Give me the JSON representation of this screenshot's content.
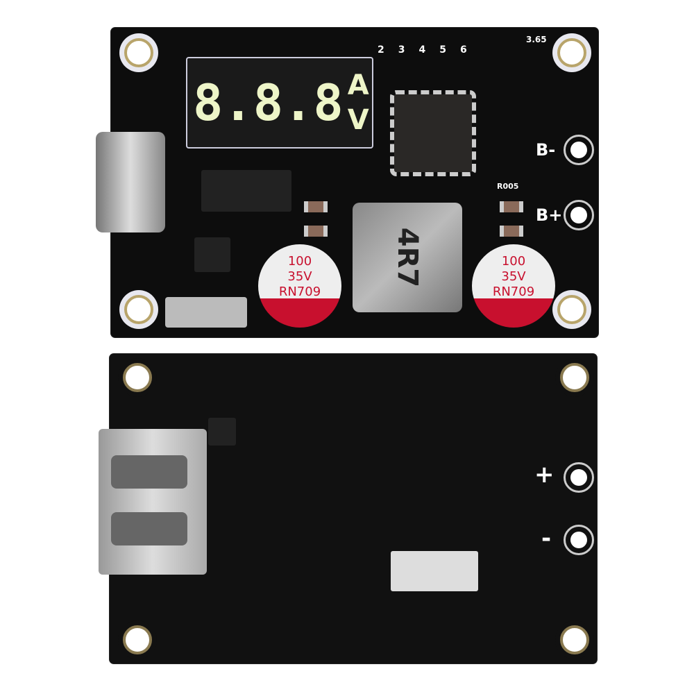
{
  "top_board": {
    "display": {
      "digits": "8.8.8",
      "unit_top": "A",
      "unit_bottom": "V"
    },
    "pin_labels": [
      "2",
      "3",
      "4",
      "5",
      "6"
    ],
    "voltage_marker": "3.65",
    "terminal_labels": {
      "battery_negative": "B-",
      "battery_positive": "B+"
    },
    "inductor_marking": "4R7",
    "capacitor_markings": [
      "100",
      "35V",
      "RN709"
    ],
    "resistor_marking": "R005",
    "colors": {
      "pcb": "#0d0d0d",
      "display_segments": "#eef5c8",
      "capacitor_band": "#c8102e"
    }
  },
  "bottom_board": {
    "terminal_labels": {
      "positive": "+",
      "negative": "-"
    }
  }
}
